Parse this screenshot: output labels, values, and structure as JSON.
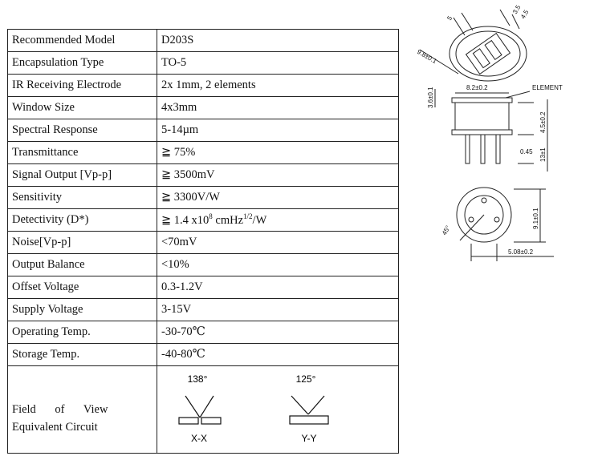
{
  "specs": [
    {
      "label": "Recommended Model",
      "value": "D203S"
    },
    {
      "label": "Encapsulation Type",
      "value": "TO-5"
    },
    {
      "label": "IR Receiving Electrode",
      "value": "2x 1mm, 2 elements"
    },
    {
      "label": "Window Size",
      "value": "4x3mm"
    },
    {
      "label": "Spectral Response",
      "value": "5-14µm"
    },
    {
      "label": "Transmittance",
      "value": "≧ 75%"
    },
    {
      "label": "Signal Output [Vp-p]",
      "value": "≧ 3500mV"
    },
    {
      "label": "Sensitivity",
      "value": "≧ 3300V/W"
    },
    {
      "label": "Detectivity (D*)",
      "value_pre": "≧ 1.4 x10",
      "value_exp": "8",
      "value_mid": " cmHz",
      "value_exp2": "1/2",
      "value_post": "/W"
    },
    {
      "label": "Noise[Vp-p]",
      "value": "<70mV"
    },
    {
      "label": "Output Balance",
      "value": "<10%"
    },
    {
      "label": "Offset Voltage",
      "value": "0.3-1.2V"
    },
    {
      "label": "Supply Voltage",
      "value": "3-15V"
    },
    {
      "label": "Operating Temp.",
      "value": "-30-70℃"
    },
    {
      "label": "Storage Temp.",
      "value": "-40-80℃"
    }
  ],
  "fov": {
    "label_line1": "Field of View",
    "label_line2": "Equivalent Circuit",
    "xx": {
      "angle": "138°",
      "axis": "X-X"
    },
    "yy": {
      "angle": "125°",
      "axis": "Y-Y"
    }
  },
  "drawing": {
    "dim_top_a": "5",
    "dim_top_b": "3.5",
    "dim_top_c": "4.5",
    "dim_diag": "9.8±0.1",
    "dim_height": "3.6±0.1",
    "dim_width": "8.2±0.2",
    "element_label": "ELEMENT",
    "dim_body": "4.5±0.2",
    "dim_pin_d": "0.45",
    "dim_pin_len": "13±1",
    "dim_bottom_dia": "9.1±0.1",
    "dim_angle": "45°",
    "dim_pitch": "5.08±0.2"
  }
}
